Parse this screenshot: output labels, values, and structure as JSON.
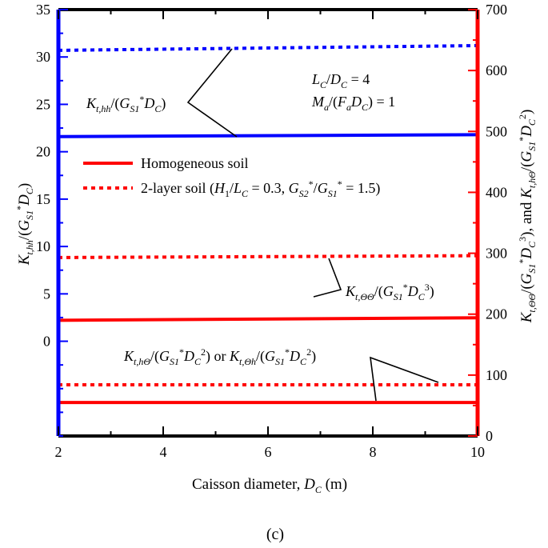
{
  "chart_data": {
    "type": "line",
    "xlabel": "Caisson diameter, D_C (m)",
    "xlim": [
      2,
      10
    ],
    "x_ticks": [
      "2",
      "4",
      "6",
      "8",
      "10"
    ],
    "ylabel_left": "K_t,hh/(G_S1*D_C)",
    "ylim_left": [
      -10,
      35
    ],
    "y_ticks_left": [
      "0",
      "5",
      "10",
      "15",
      "20",
      "25",
      "30",
      "35"
    ],
    "ylabel_right": "K_t,ΘΘ/(G_S1*D_C^3), and K_t,hΘ/(G_S1*D_C^2)",
    "ylim_right": [
      0,
      700
    ],
    "y_ticks_right": [
      "0",
      "100",
      "200",
      "300",
      "400",
      "500",
      "600",
      "700"
    ],
    "legend": [
      {
        "label": "Homogeneous soil",
        "style": "solid",
        "color": "#ff0000"
      },
      {
        "label": "2-layer soil (H_1/L_C = 0.3, G_S2*/G_S1* = 1.5)",
        "style": "dotted",
        "color": "#ff0000"
      }
    ],
    "series": [
      {
        "group": "K_t,hh",
        "axis": "left",
        "style": "solid",
        "color": "#0000ff",
        "x": [
          2,
          10
        ],
        "y": [
          21.6,
          21.8
        ]
      },
      {
        "group": "K_t,hh",
        "axis": "left",
        "style": "dotted",
        "color": "#0000ff",
        "x": [
          2,
          10
        ],
        "y": [
          30.7,
          31.2
        ]
      },
      {
        "group": "K_t,ΘΘ",
        "axis": "right",
        "style": "solid",
        "color": "#ff0000",
        "x": [
          2,
          10
        ],
        "y": [
          190,
          194
        ]
      },
      {
        "group": "K_t,ΘΘ",
        "axis": "right",
        "style": "dotted",
        "color": "#ff0000",
        "x": [
          2,
          10
        ],
        "y": [
          293,
          296
        ]
      },
      {
        "group": "K_t,hΘ",
        "axis": "right",
        "style": "solid",
        "color": "#ff0000",
        "x": [
          2,
          10
        ],
        "y": [
          55,
          55
        ]
      },
      {
        "group": "K_t,hΘ",
        "axis": "right",
        "style": "dotted",
        "color": "#ff0000",
        "x": [
          2,
          10
        ],
        "y": [
          84,
          84
        ]
      }
    ],
    "annotations": {
      "params_line1": "L_C/D_C = 4",
      "params_line2": "M_a/(F_a D_C) = 1",
      "label_hh": "K_t,hh/(G_S1*D_C)",
      "label_tt": "K_t,ΘΘ/(G_S1*D_C^3)",
      "label_ht": "K_t,hΘ/(G_S1*D_C^2) or K_t,Θh/(G_S1*D_C^2)"
    },
    "axis_colors": {
      "left": "#0000ff",
      "right": "#ff0000",
      "top_bottom": "#000000"
    }
  },
  "caption": "(c)"
}
